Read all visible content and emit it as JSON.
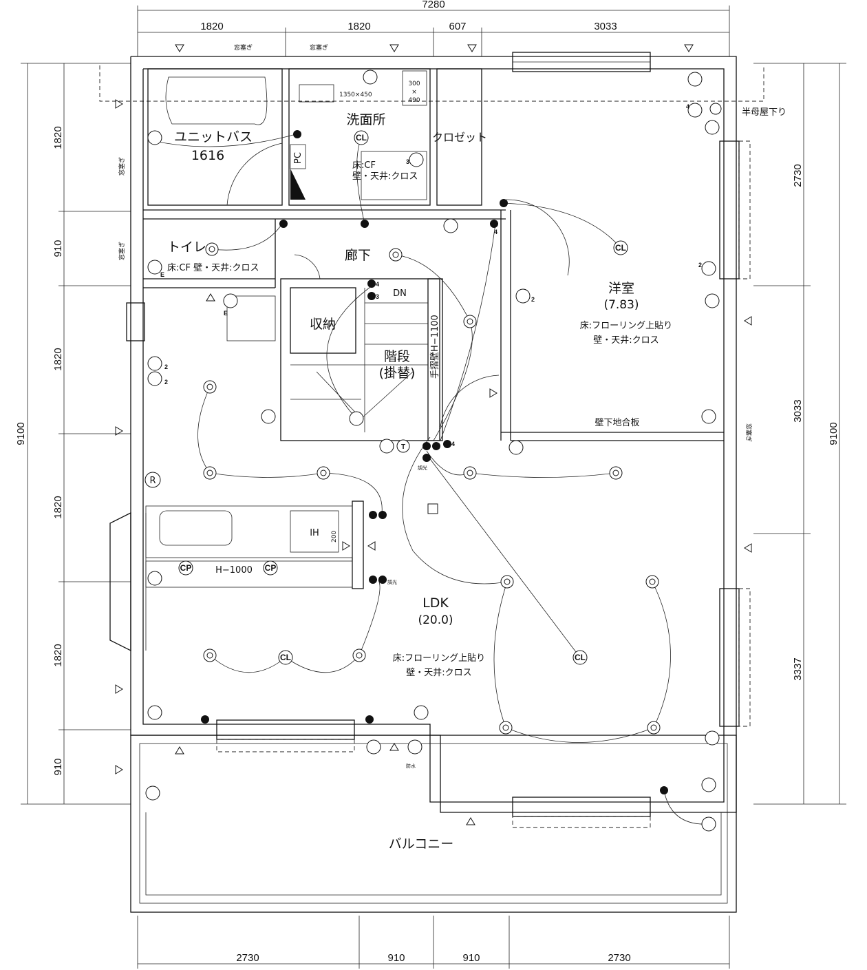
{
  "dimensions": {
    "top_total": "7280",
    "top": [
      "1820",
      "1820",
      "607",
      "3033"
    ],
    "bottom": [
      "2730",
      "910",
      "910",
      "2730"
    ],
    "left_total": "9100",
    "left": [
      "1820",
      "910",
      "1820",
      "1820",
      "1820",
      "910"
    ],
    "right_total": "9100",
    "right": [
      "2730",
      "3033",
      "3337"
    ]
  },
  "notes": {
    "window_fill": "窓塞ぎ",
    "roof_note": "半母屋下り"
  },
  "rooms": {
    "bath": {
      "name": "ユニットバス",
      "size": "1616"
    },
    "washroom": {
      "name": "洗面所",
      "vanity": "1350×450",
      "cab_w": "300",
      "cab_x": "×",
      "cab_d": "490",
      "floor": "床:CF",
      "wall": "壁・天井:クロス"
    },
    "closet": {
      "name": "クロゼット"
    },
    "toilet": {
      "name": "トイレ",
      "finish": "床:CF 壁・天井:クロス"
    },
    "corridor": {
      "name": "廊下"
    },
    "storage": {
      "name": "収納"
    },
    "stairs": {
      "name": "階段",
      "sub": "(掛替)",
      "dn": "DN",
      "handrail": "手摺壁H−1100"
    },
    "western": {
      "name": "洋室",
      "area": "(7.83)",
      "floor": "床:フローリング上貼り",
      "wall": "壁・天井:クロス",
      "base": "壁下地合板"
    },
    "ldk": {
      "name": "LDK",
      "area": "(20.0)",
      "floor": "床:フローリング上貼り",
      "wall": "壁・天井:クロス",
      "counter": "H−1000",
      "ih": "IH",
      "ih_w": "200"
    },
    "balcony": {
      "name": "バルコニー"
    }
  },
  "symbols": {
    "ceiling_light": "CL",
    "pendant": "CP",
    "pc": "PC",
    "fridge": "R",
    "tv": "T",
    "earth": "E",
    "n2": "2",
    "n3": "3",
    "n4": "4",
    "dimmer": "調光",
    "waterproof": "防水"
  }
}
